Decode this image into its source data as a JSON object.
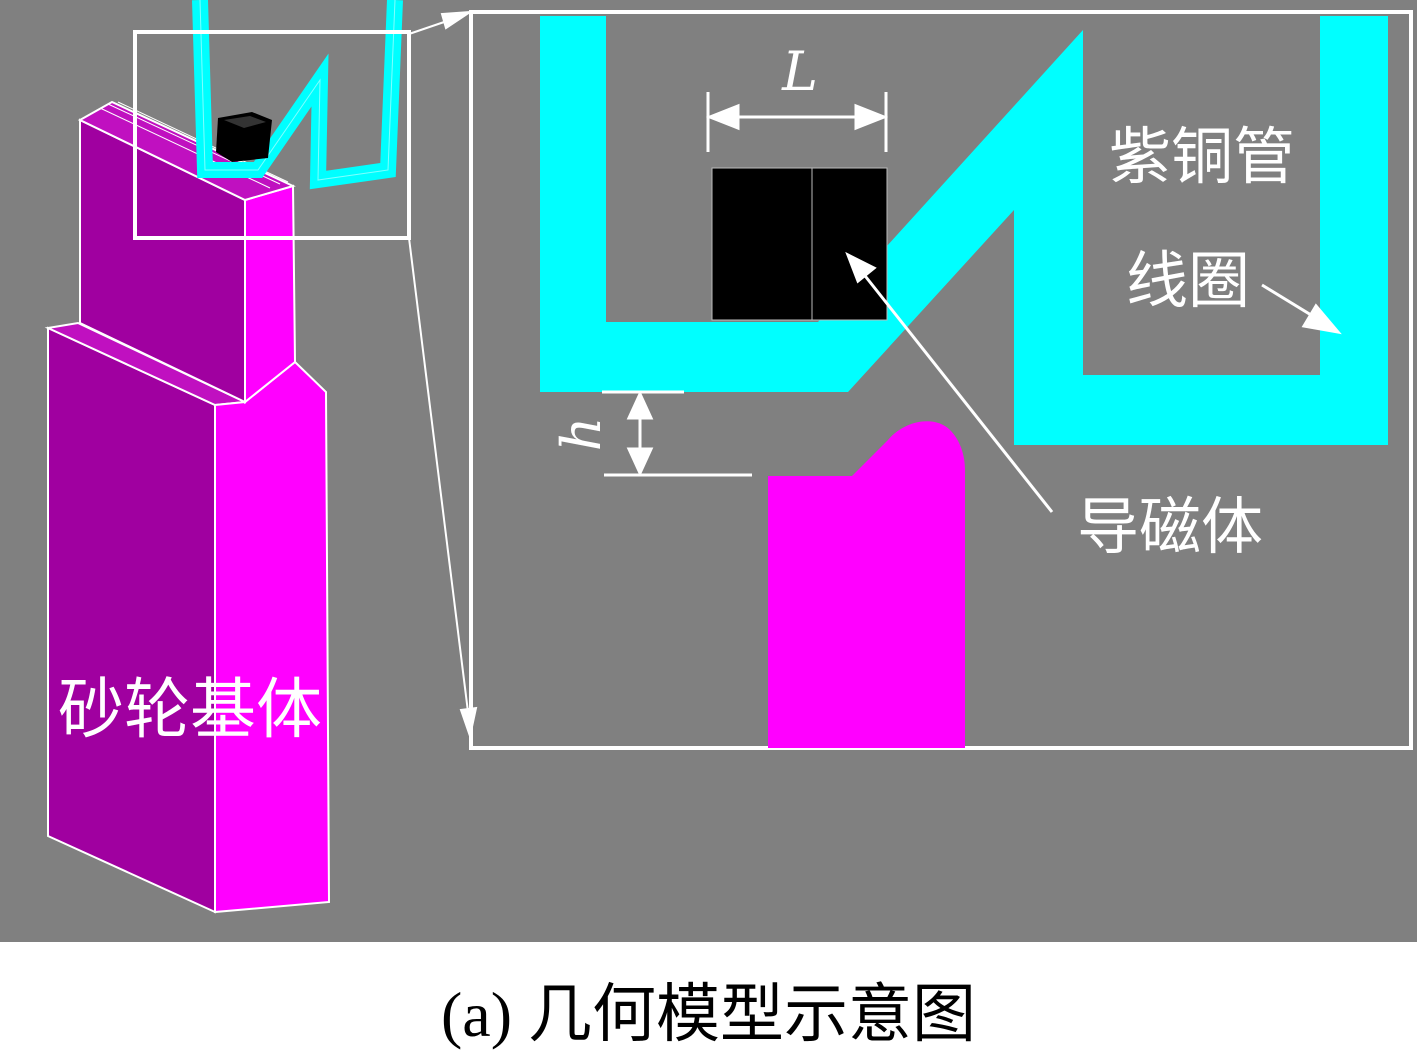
{
  "figure": {
    "labels": {
      "grinding_wheel_base": "砂轮基体",
      "copper_tube": "紫铜管",
      "coil": "线圈",
      "magnetic_conductor": "导磁体",
      "dimension_L": "L",
      "dimension_h": "h"
    },
    "caption": "(a) 几何模型示意图"
  },
  "colors": {
    "background": "#808080",
    "wheel_front": "#ff00ff",
    "wheel_side": "#a000a0",
    "coil": "#00ffff",
    "conductor": "#000000",
    "annotation": "#ffffff",
    "page": "#ffffff"
  }
}
